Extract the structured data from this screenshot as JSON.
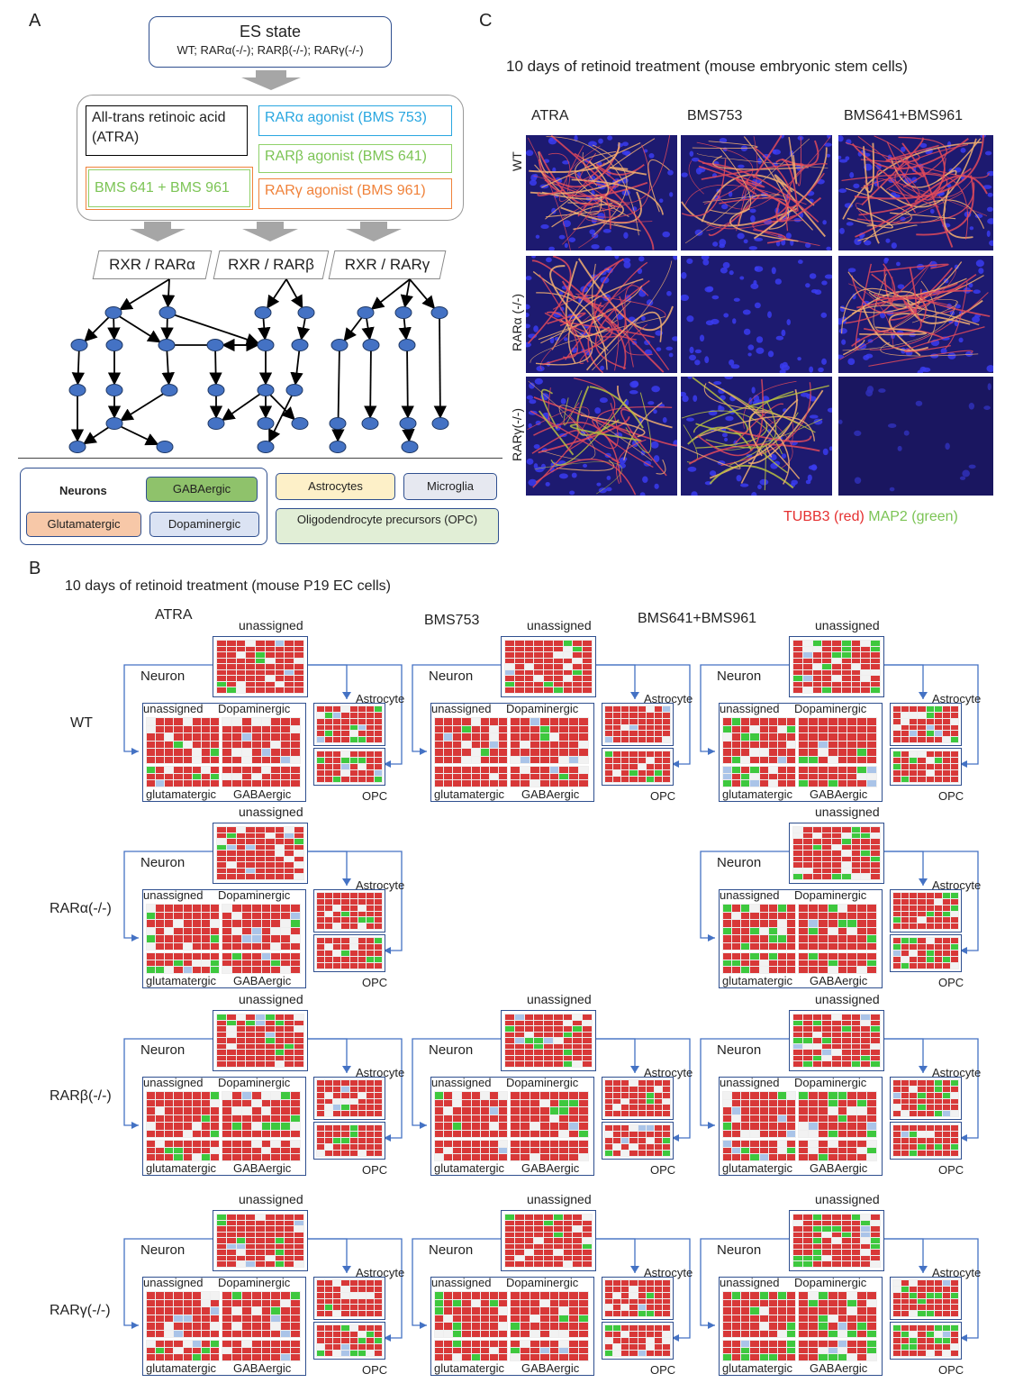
{
  "panels": {
    "A": "A",
    "B": "B",
    "C": "C"
  },
  "panelA": {
    "es_title": "ES state",
    "es_sub": "WT; RARα(-/-); RARβ(-/-); RARγ(-/-)",
    "treatments": {
      "atra": "All-trans retinoic acid (ATRA)",
      "alpha": "RARα agonist (BMS 753)",
      "beta": "RARβ agonist (BMS 641)",
      "combo": "BMS 641 + BMS 961",
      "gamma": "RARγ agonist (BMS 961)"
    },
    "receptors": [
      "RXR / RARα",
      "RXR / RARβ",
      "RXR / RARγ"
    ],
    "legend": {
      "neurons": "Neurons",
      "gaba": "GABAergic",
      "astro": "Astrocytes",
      "micro": "Microglia",
      "gluta": "Glutamatergic",
      "dopa": "Dopaminergic",
      "opc": "Oligodendrocyte precursors (OPC)"
    },
    "colors": {
      "gaba": "#8fc26b",
      "astro": "#fdf0c8",
      "micro": "#e6e8f0",
      "gluta": "#f7c8a8",
      "dopa": "#dbe3f3",
      "opc": "#e1eed6",
      "atra_border": "#000000",
      "alpha_border": "#2aa7e0",
      "beta_border": "#8fd16a",
      "gamma_border": "#f0823a"
    }
  },
  "panelC": {
    "title": "10 days of retinoid treatment (mouse embryonic stem cells)",
    "columns": [
      "ATRA",
      "BMS753",
      "BMS641+BMS961"
    ],
    "rows": [
      "WT",
      "RARα (-/-)",
      "RARγ(-/-)"
    ],
    "marker_red": "TUBB3 (red)",
    "marker_green": "MAP2 (green)"
  },
  "panelB": {
    "title": "10 days of retinoid treatment (mouse P19 EC cells)",
    "columns": [
      "ATRA",
      "BMS753",
      "BMS641+BMS961"
    ],
    "rows": [
      "WT",
      "RARα(-/-)",
      "RARβ(-/-)",
      "RARγ(-/-)"
    ],
    "labels": {
      "unassigned": "unassigned",
      "neuron": "Neuron",
      "astrocyte": "Astrocyte",
      "dopaminergic": "Dopaminergic",
      "glutamatergic": "glutamatergic",
      "gabaergic": "GABAergic",
      "opc": "OPC"
    }
  }
}
